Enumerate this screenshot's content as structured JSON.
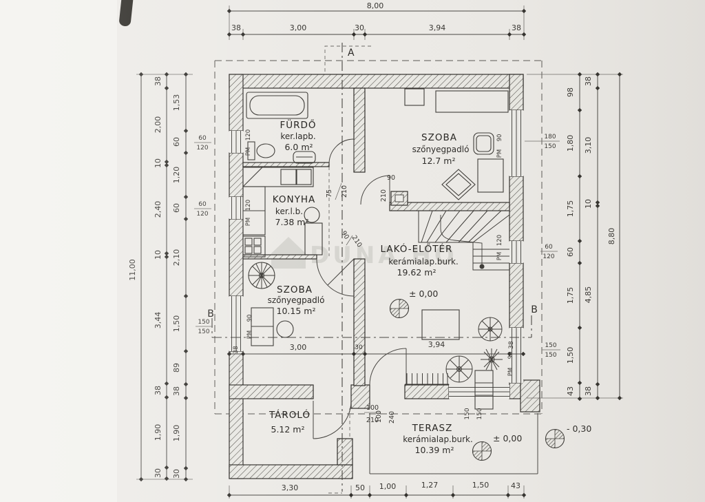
{
  "watermark": "DUNA HO",
  "dims": {
    "top_total": "8,00",
    "top_chain": [
      "38",
      "3,00",
      "30",
      "3,94",
      "38"
    ],
    "left_total": "11,00",
    "left_mid": [
      "38",
      "2,00",
      "10",
      "2,40",
      "10",
      "3,44",
      "38",
      "1,90",
      "30"
    ],
    "left_inner": [
      "1,53",
      "60",
      "1,20",
      "60",
      "2,10",
      "1,50",
      "89",
      "38",
      "1,90",
      "30"
    ],
    "right_inner": [
      "98",
      "1,80",
      "1,75",
      "60",
      "1,75",
      "1,50",
      "43"
    ],
    "right_mid": [
      "38",
      "3,10",
      "10",
      "4,85",
      "38"
    ],
    "right_total": "8,80",
    "bottom_chain": [
      "3,30",
      "50",
      "1,00",
      "1,27",
      "1,50",
      "43"
    ],
    "interior_chain": [
      "38",
      "3,00",
      "30",
      "3,94",
      "38"
    ],
    "terasz_marks": [
      "150",
      "150"
    ]
  },
  "markers": {
    "left": [
      {
        "a": "60",
        "b": "120"
      },
      {
        "a": "60",
        "b": "120"
      },
      {
        "a": "150",
        "b": "150"
      }
    ],
    "right": [
      {
        "a": "180",
        "b": "150"
      },
      {
        "a": "60",
        "b": "120"
      },
      {
        "a": "150",
        "b": "150"
      }
    ]
  },
  "pm": {
    "furdo": {
      "size": "120",
      "tag": "PM"
    },
    "konyha": {
      "size": "120",
      "tag": "PM"
    },
    "szoba2": {
      "size": "90",
      "tag": "PM"
    },
    "szoba1": {
      "size": "90",
      "tag": "PM"
    },
    "stairs": {
      "size": "120",
      "tag": "PM"
    },
    "hall": {
      "size": "90",
      "tag": "PM"
    }
  },
  "doors": {
    "furdo": {
      "w": "75",
      "h": "210"
    },
    "szoba1": {
      "w": "90",
      "h": "210"
    },
    "szoba2": {
      "w": "90",
      "h": "210"
    },
    "entry": {
      "w": "100",
      "h": "210"
    },
    "entry2": {
      "w": "100",
      "h": "240"
    }
  },
  "rooms": {
    "furdo": {
      "name": "FÜRDŐ",
      "finish": "ker.lapb.",
      "area": "6.0 m²"
    },
    "szoba1": {
      "name": "SZOBA",
      "finish": "szőnyegpadló",
      "area": "12.7 m²"
    },
    "konyha": {
      "name": "KONYHA",
      "finish": "ker.l.b.",
      "area": "7.38 m²"
    },
    "eloter": {
      "name": "LAKÓ-ELŐTÉR",
      "finish": "kerámialap.burk.",
      "area": "19.62 m²"
    },
    "szoba2": {
      "name": "SZOBA",
      "finish": "szőnyegpadló",
      "area": "10.15 m²"
    },
    "tarolo": {
      "name": "TÁROLÓ",
      "area": "5.12 m²"
    },
    "terasz": {
      "name": "TERASZ",
      "finish": "kerámialap.burk.",
      "area": "10.39 m²"
    }
  },
  "levels": {
    "hall": "± 0,00",
    "terasz": "± 0,00",
    "outside": "- 0,30"
  },
  "sections": {
    "a": "A",
    "b": "B"
  }
}
